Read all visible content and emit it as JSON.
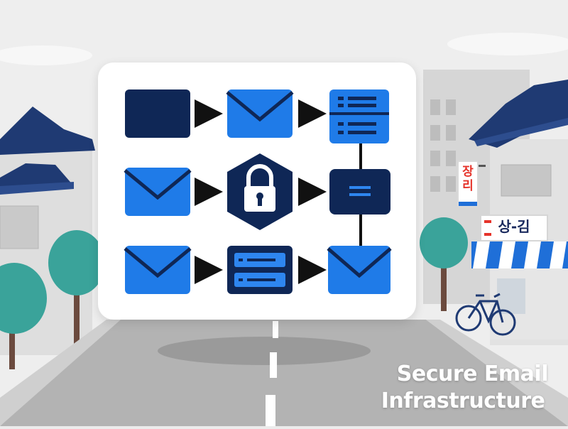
{
  "caption": {
    "line1": "Secure Email",
    "line2": "Infrastructure"
  },
  "signs": {
    "vertical_text": "장\n리",
    "shop_text": "상-김"
  },
  "colors": {
    "navy": "#0f2756",
    "blue": "#1f7be8",
    "light_blue": "#2e86f0",
    "roof": "#1f3a73",
    "tree": "#3aa39a",
    "trunk": "#6b4a3e",
    "road": "#b3b3b3",
    "background": "#ececec",
    "awning_blue": "#1f6fd8",
    "sign_red": "#e5332a"
  },
  "diagram": {
    "rows": [
      {
        "nodes": [
          "navy-block",
          "email-envelope",
          "server-list"
        ]
      },
      {
        "nodes": [
          "email-envelope",
          "lock-hexagon",
          "navy-server"
        ]
      },
      {
        "nodes": [
          "email-envelope",
          "server-stack",
          "email-envelope"
        ]
      }
    ]
  }
}
